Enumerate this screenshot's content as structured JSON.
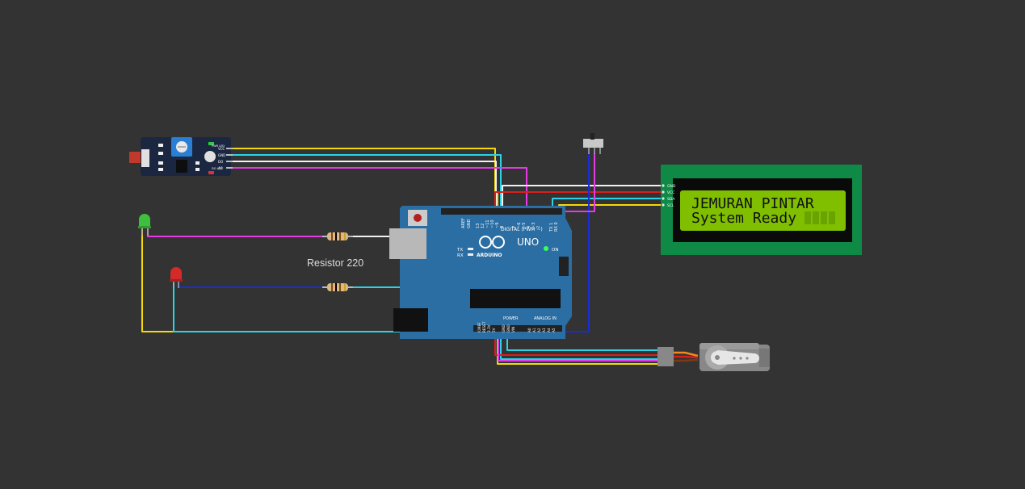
{
  "canvas": {
    "background": "#333333"
  },
  "lcd": {
    "line1": "JEMURAN PINTAR",
    "line2": "System Ready",
    "pins": [
      "GND",
      "VCC",
      "SDA",
      "SCL"
    ],
    "board_color": "#0f8a46",
    "screen_color": "#7fbf00"
  },
  "arduino": {
    "model": "UNO",
    "brand": "ARDUINO",
    "digital_label": "DIGITAL (PWM ~)",
    "analog_label": "ANALOG IN",
    "power_label": "POWER",
    "tx_label": "TX",
    "rx_label": "RX",
    "on_label": "ON",
    "aref_label": "AREF",
    "gnd_label": "GND",
    "top_pins": [
      "13",
      "12",
      "~11",
      "~10",
      "~9",
      "8",
      "7",
      "~6",
      "~5",
      "4",
      "~3",
      "2",
      "TX 1",
      "RX 0"
    ],
    "power_pins": [
      "IOREF",
      "RESET",
      "3.3V",
      "5V",
      "GND",
      "GND",
      "VIN"
    ],
    "analog_pins": [
      "A0",
      "A1",
      "A2",
      "A3",
      "A4",
      "A5"
    ],
    "board_color": "#2b6ea3"
  },
  "sensor_module": {
    "pin_labels": [
      "VCC",
      "GND",
      "DO",
      "AO"
    ],
    "led_labels": [
      "PWR LED",
      "DO LED"
    ]
  },
  "resistor_caption": "Resistor 220",
  "leds": [
    {
      "name": "green-led",
      "color": "#3fbf3f"
    },
    {
      "name": "red-led",
      "color": "#d42a2a"
    }
  ],
  "wire_colors": {
    "yellow": "#f5d90a",
    "cyan": "#2ad4e6",
    "magenta": "#e63ae6",
    "white": "#f2f2f2",
    "red": "#d91e1e",
    "blue": "#1a2bd9",
    "orange": "#f08a1a"
  }
}
